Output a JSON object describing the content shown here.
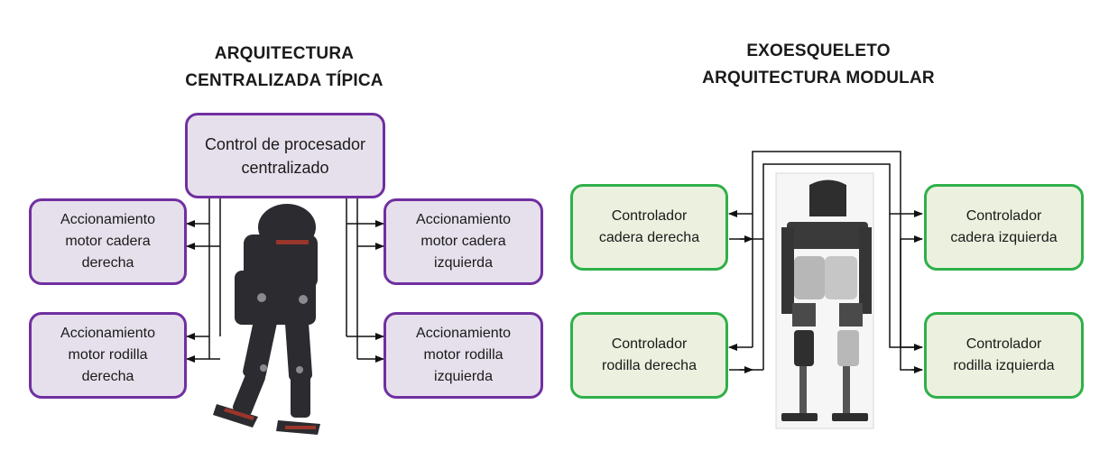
{
  "left": {
    "title": [
      "ARQUITECTURA",
      "CENTRALIZADA TÍPICA"
    ],
    "central": [
      "Control de procesador",
      "centralizado"
    ],
    "boxes": {
      "hip_right": [
        "Accionamiento",
        "motor cadera",
        "derecha"
      ],
      "knee_right": [
        "Accionamiento",
        "motor rodilla",
        "derecha"
      ],
      "hip_left": [
        "Accionamiento",
        "motor cadera",
        "izquierda"
      ],
      "knee_left": [
        "Accionamiento",
        "motor rodilla",
        "izquierda"
      ]
    }
  },
  "right": {
    "title": [
      "EXOESQUELETO",
      "ARQUITECTURA  MODULAR"
    ],
    "boxes": {
      "hip_right": [
        "Controlador",
        "cadera derecha"
      ],
      "knee_right": [
        "Controlador",
        "rodilla derecha"
      ],
      "hip_left": [
        "Controlador",
        "cadera izquierda"
      ],
      "knee_left": [
        "Controlador",
        "rodilla izquierda"
      ]
    }
  },
  "colors": {
    "purple_border": "#7030a0",
    "purple_fill": "#e6e0ec",
    "green_border": "#2fb04a",
    "green_fill": "#ebf1de"
  }
}
